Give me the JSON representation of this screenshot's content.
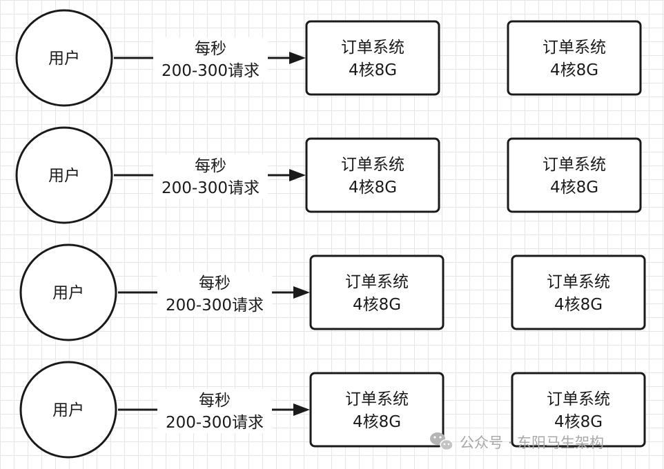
{
  "rows": [
    {
      "user": "用户",
      "edge_line1": "每秒",
      "edge_line2": "200-300请求",
      "systems": [
        {
          "name": "订单系统",
          "spec": "4核8G"
        },
        {
          "name": "订单系统",
          "spec": "4核8G"
        }
      ]
    },
    {
      "user": "用户",
      "edge_line1": "每秒",
      "edge_line2": "200-300请求",
      "systems": [
        {
          "name": "订单系统",
          "spec": "4核8G"
        },
        {
          "name": "订单系统",
          "spec": "4核8G"
        }
      ]
    },
    {
      "user": "用户",
      "edge_line1": "每秒",
      "edge_line2": "200-300请求",
      "systems": [
        {
          "name": "订单系统",
          "spec": "4核8G"
        },
        {
          "name": "订单系统",
          "spec": "4核8G"
        }
      ]
    },
    {
      "user": "用户",
      "edge_line1": "每秒",
      "edge_line2": "200-300请求",
      "systems": [
        {
          "name": "订单系统",
          "spec": "4核8G"
        },
        {
          "name": "订单系统",
          "spec": "4核8G"
        }
      ]
    }
  ],
  "watermark": {
    "icon": "wechat-icon",
    "text": "公众号 · 东阳马生架构"
  },
  "colors": {
    "stroke": "#1a1a1a",
    "grid": "#e6e6e6",
    "watermark": "#a8a8a8"
  }
}
